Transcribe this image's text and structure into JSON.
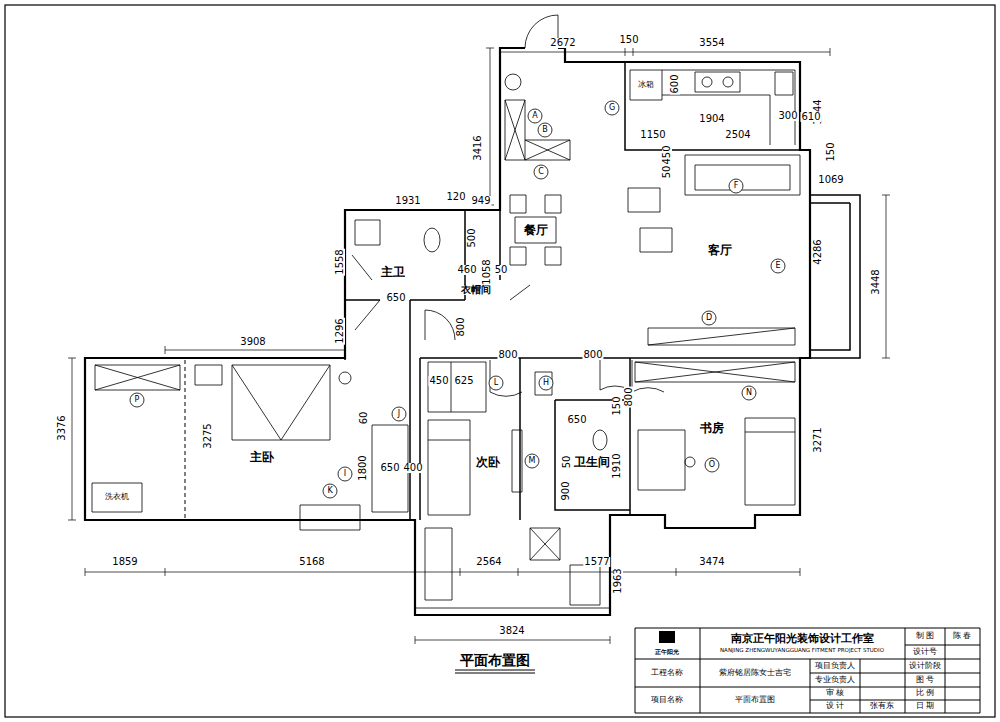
{
  "diagram": {
    "title": "平面布置图",
    "labels": [
      "2672",
      "150",
      "3554",
      "600",
      "1744",
      "1904",
      "300",
      "610",
      "1150",
      "2504",
      "150",
      "50",
      "450",
      "1069",
      "3416",
      "1931",
      "120",
      "949",
      "500",
      "1558",
      "460",
      "1058",
      "50",
      "650",
      "1296",
      "800",
      "3908",
      "4286",
      "3448",
      "800",
      "800",
      "450",
      "625",
      "650",
      "150",
      "800",
      "3376",
      "3275",
      "60",
      "1800",
      "650",
      "400",
      "3271",
      "50",
      "1910",
      "900",
      "1859",
      "5168",
      "2564",
      "1577",
      "3474",
      "1963",
      "3824",
      "餐厅",
      "客厅",
      "主卫",
      "衣帽间",
      "主卧",
      "次卧",
      "卫生间",
      "书房",
      "冰箱",
      "洗衣机",
      "A",
      "B",
      "C",
      "G",
      "F",
      "E",
      "D",
      "H",
      "L",
      "N",
      "O",
      "M",
      "P",
      "I",
      "J",
      "K",
      "正午阳光",
      "南京正午阳光装饰设计工作室",
      "NANJING ZHENGWUYANGGUANG FITMENT PROJECT STUDIO",
      "制 图",
      "陈 春",
      "设计号",
      "工程名称",
      "紫府铭居陈女士吉宅",
      "项目负责人",
      "设计阶段",
      "专业负责人",
      "图 号",
      "审 核",
      "比 例",
      "项目名称",
      "平面布置图",
      "设 计",
      "张有东",
      "日 期"
    ]
  }
}
